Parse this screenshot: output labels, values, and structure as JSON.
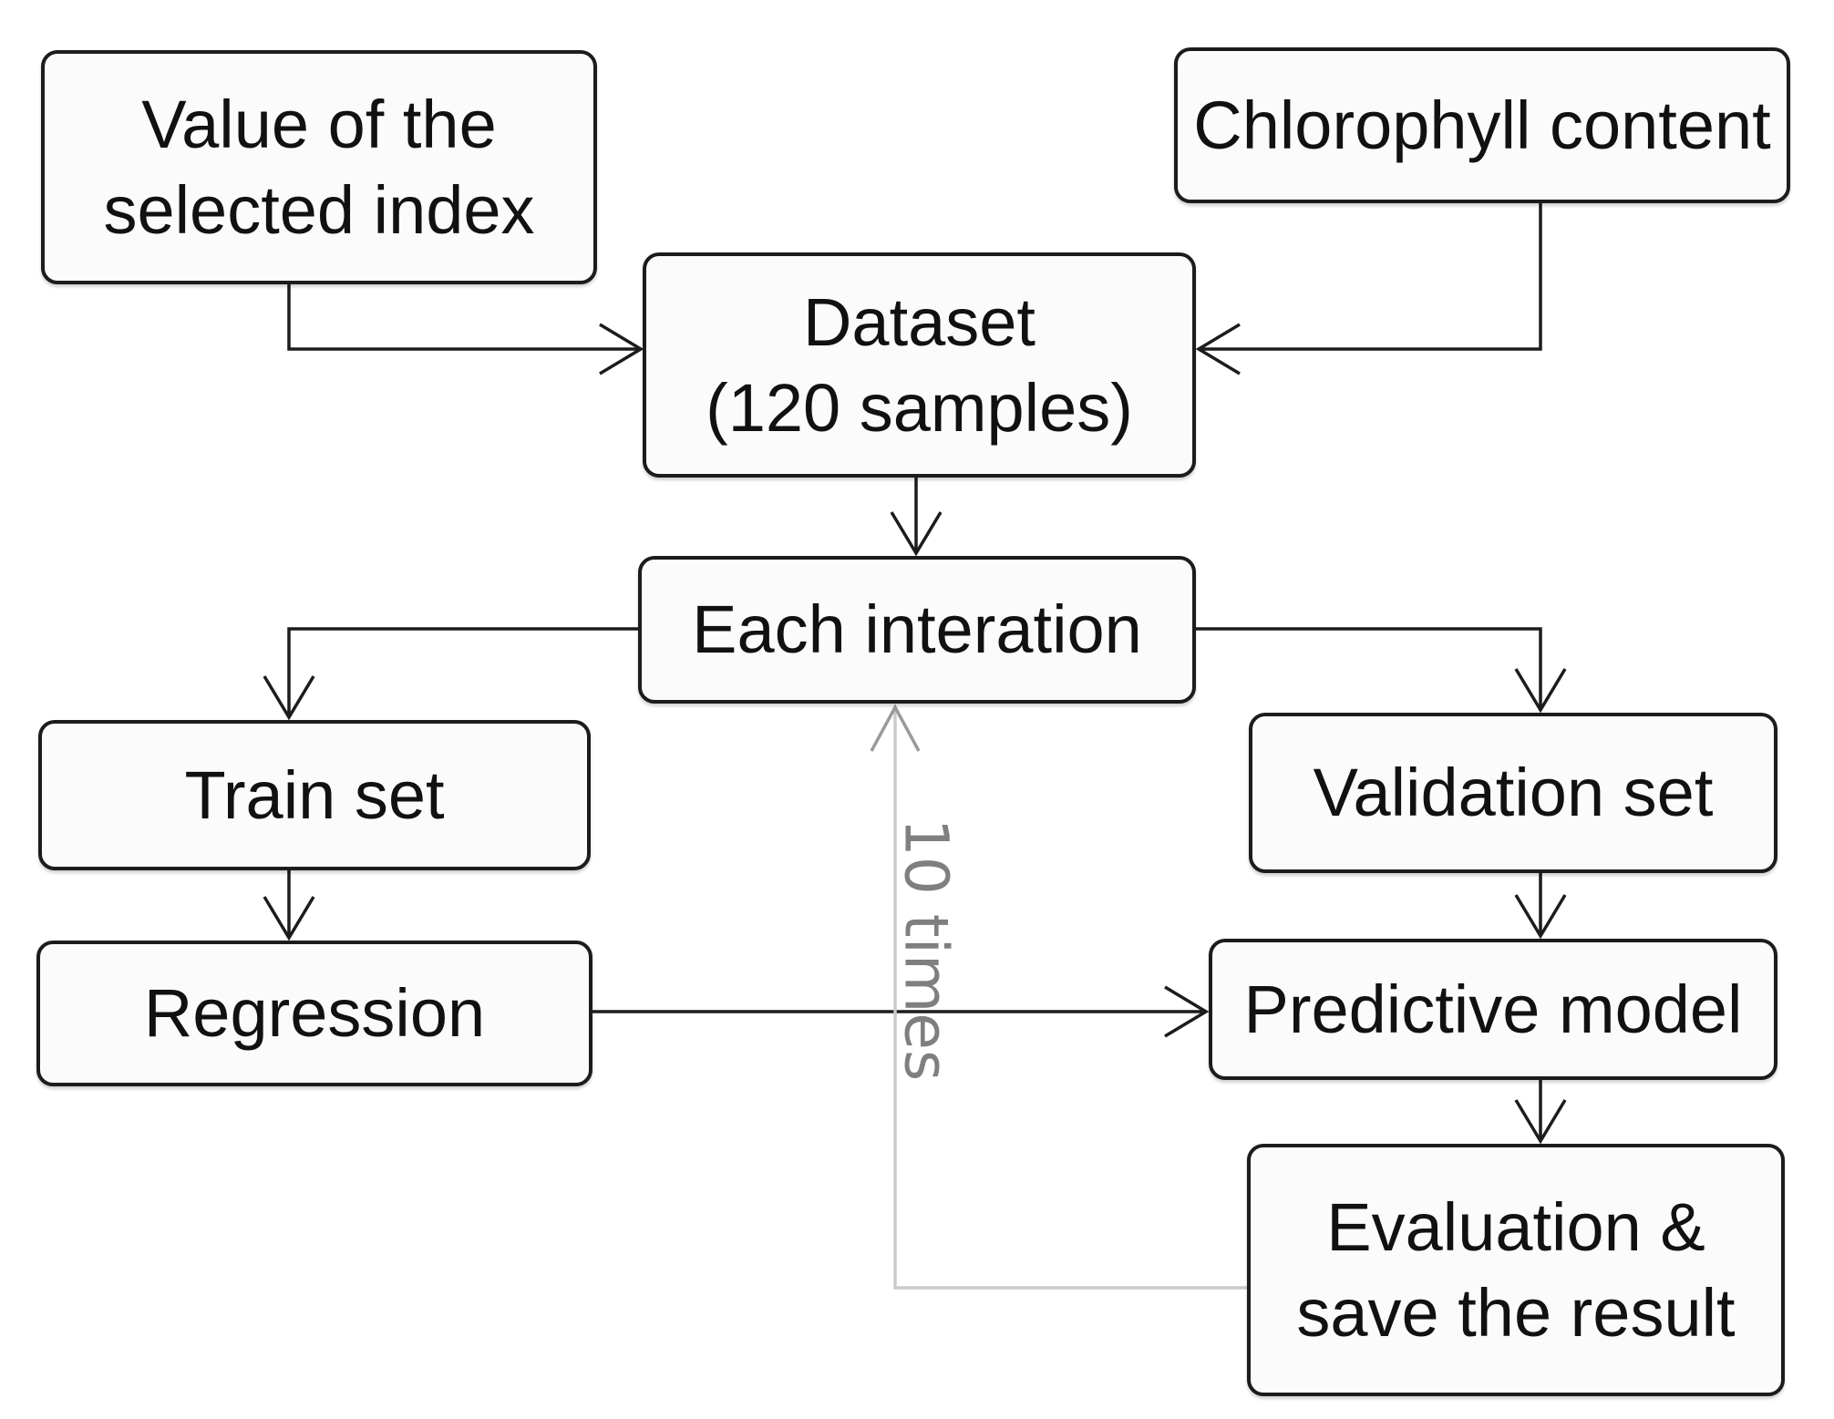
{
  "diagram": {
    "colors": {
      "background": "#ffffff",
      "node_fill": "#fbfbfb",
      "node_border": "#1c1c1c",
      "arrow": "#1c1c1c",
      "loop_line": "#cbcbcb",
      "loop_arrowhead": "#9a9a9a",
      "loop_text": "#7f7f7f"
    },
    "nodes": {
      "selected_index": {
        "label": "Value of the\nselected index"
      },
      "chlorophyll": {
        "label": "Chlorophyll content"
      },
      "dataset": {
        "label": "Dataset\n(120 samples)"
      },
      "iteration": {
        "label": "Each interation"
      },
      "train": {
        "label": "Train set"
      },
      "validation": {
        "label": "Validation set"
      },
      "regression": {
        "label": "Regression"
      },
      "predictive": {
        "label": "Predictive model"
      },
      "evaluation": {
        "label": "Evaluation &\nsave the result"
      }
    },
    "loop": {
      "label": "10 times"
    }
  }
}
